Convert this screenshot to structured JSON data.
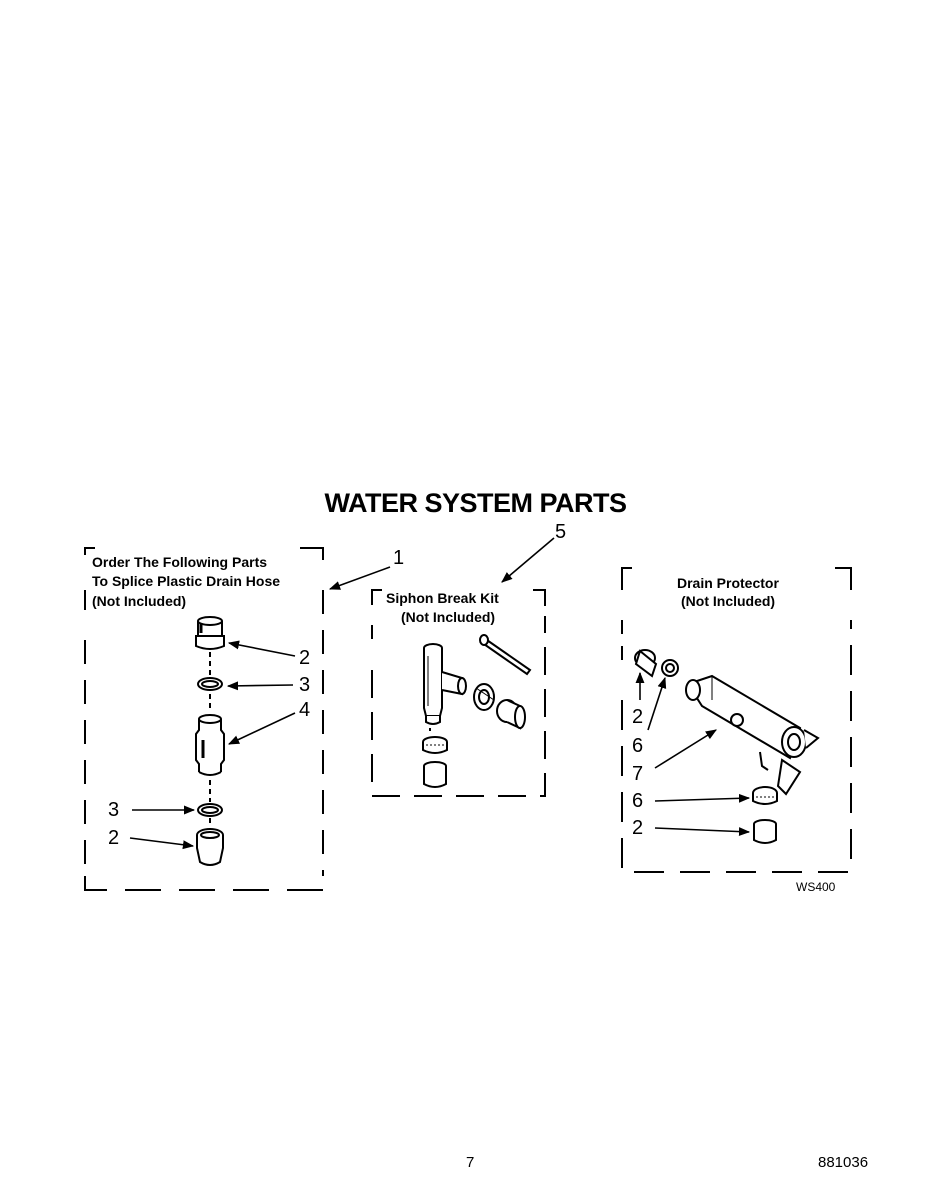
{
  "page_title": "WATER SYSTEM PARTS",
  "panels": {
    "splice": {
      "line1": "Order The Following Parts",
      "line2": "To Splice Plastic Drain Hose",
      "line3": "(Not Included)"
    },
    "siphon": {
      "line1": "Siphon Break Kit",
      "line2": "(Not Included)"
    },
    "drain": {
      "line1": "Drain Protector",
      "line2": "(Not Included)"
    }
  },
  "callouts": {
    "c1": "1",
    "c5": "5",
    "s_2a": "2",
    "s_3a": "3",
    "s_4": "4",
    "s_3b": "3",
    "s_2b": "2",
    "d_2a": "2",
    "d_6a": "6",
    "d_7": "7",
    "d_6b": "6",
    "d_2b": "2"
  },
  "diagram_code": "WS400",
  "footer": {
    "page_number": "7",
    "doc_number": "881036"
  }
}
